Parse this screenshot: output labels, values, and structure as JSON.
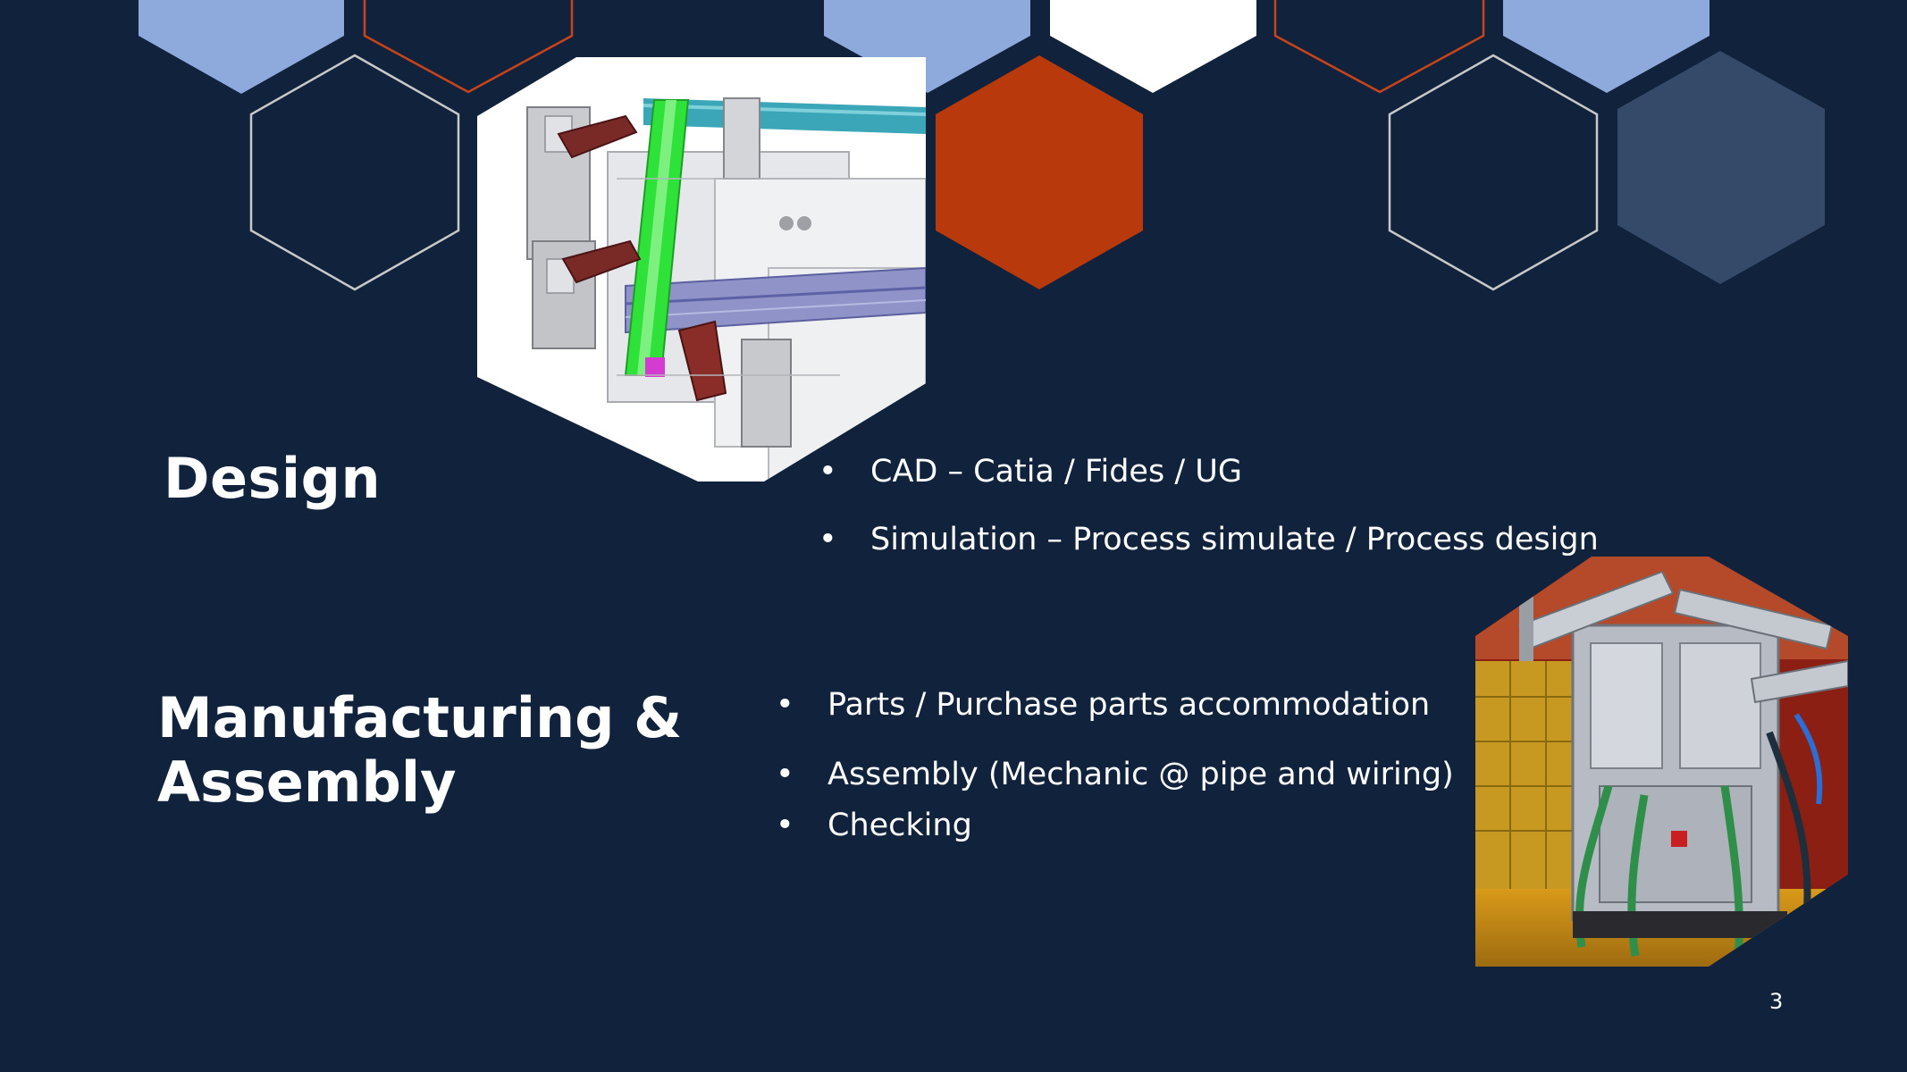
{
  "slide": {
    "number": "3",
    "background_color": "#10223c"
  },
  "palette": {
    "light_blue": "#8eaadc",
    "orange": "#b83a0c",
    "white": "#ffffff",
    "slate": "#344a68",
    "outline_gray": "#c8c8c8",
    "outline_orange": "#c8441a"
  },
  "design": {
    "heading": "Design",
    "bullets": [
      "CAD – Catia / Fides / UG",
      "Simulation – Process simulate / Process design"
    ],
    "image_icon": "cad-fixture-image"
  },
  "manufacturing": {
    "heading_line1": "Manufacturing &",
    "heading_line2": "Assembly",
    "bullets": [
      "Parts / Purchase parts accommodation",
      "Assembly  (Mechanic @ pipe and wiring)",
      "Checking"
    ],
    "image_icon": "assembly-machine-image"
  }
}
